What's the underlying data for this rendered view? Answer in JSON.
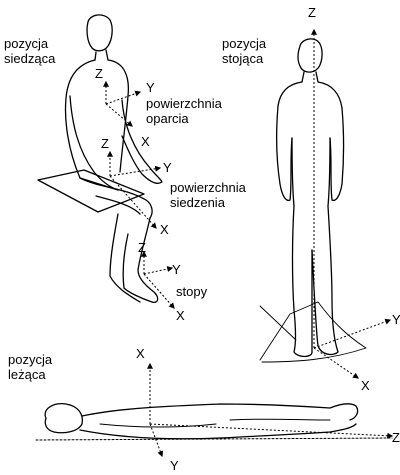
{
  "labels": {
    "sitting": [
      "pozycja",
      "siedząca"
    ],
    "standing": [
      "pozycja",
      "stojąca"
    ],
    "lying": [
      "pozycja",
      "leżąca"
    ],
    "backrest_surface": [
      "powierzchnia",
      "oparcia"
    ],
    "seat_surface": [
      "powierzchnia",
      "siedzenia"
    ],
    "feet": "stopy"
  },
  "axes": {
    "sitting_back": {
      "z": "Z",
      "y": "Y",
      "x": "X"
    },
    "sitting_seat": {
      "z": "Z",
      "y": "Y",
      "x": "X"
    },
    "sitting_feet": {
      "z": "Z",
      "y": "Y",
      "x": "X"
    },
    "standing": {
      "z": "Z",
      "y": "Y",
      "x": "X"
    },
    "lying": {
      "x": "X",
      "y": "Y",
      "z": "Z"
    }
  }
}
